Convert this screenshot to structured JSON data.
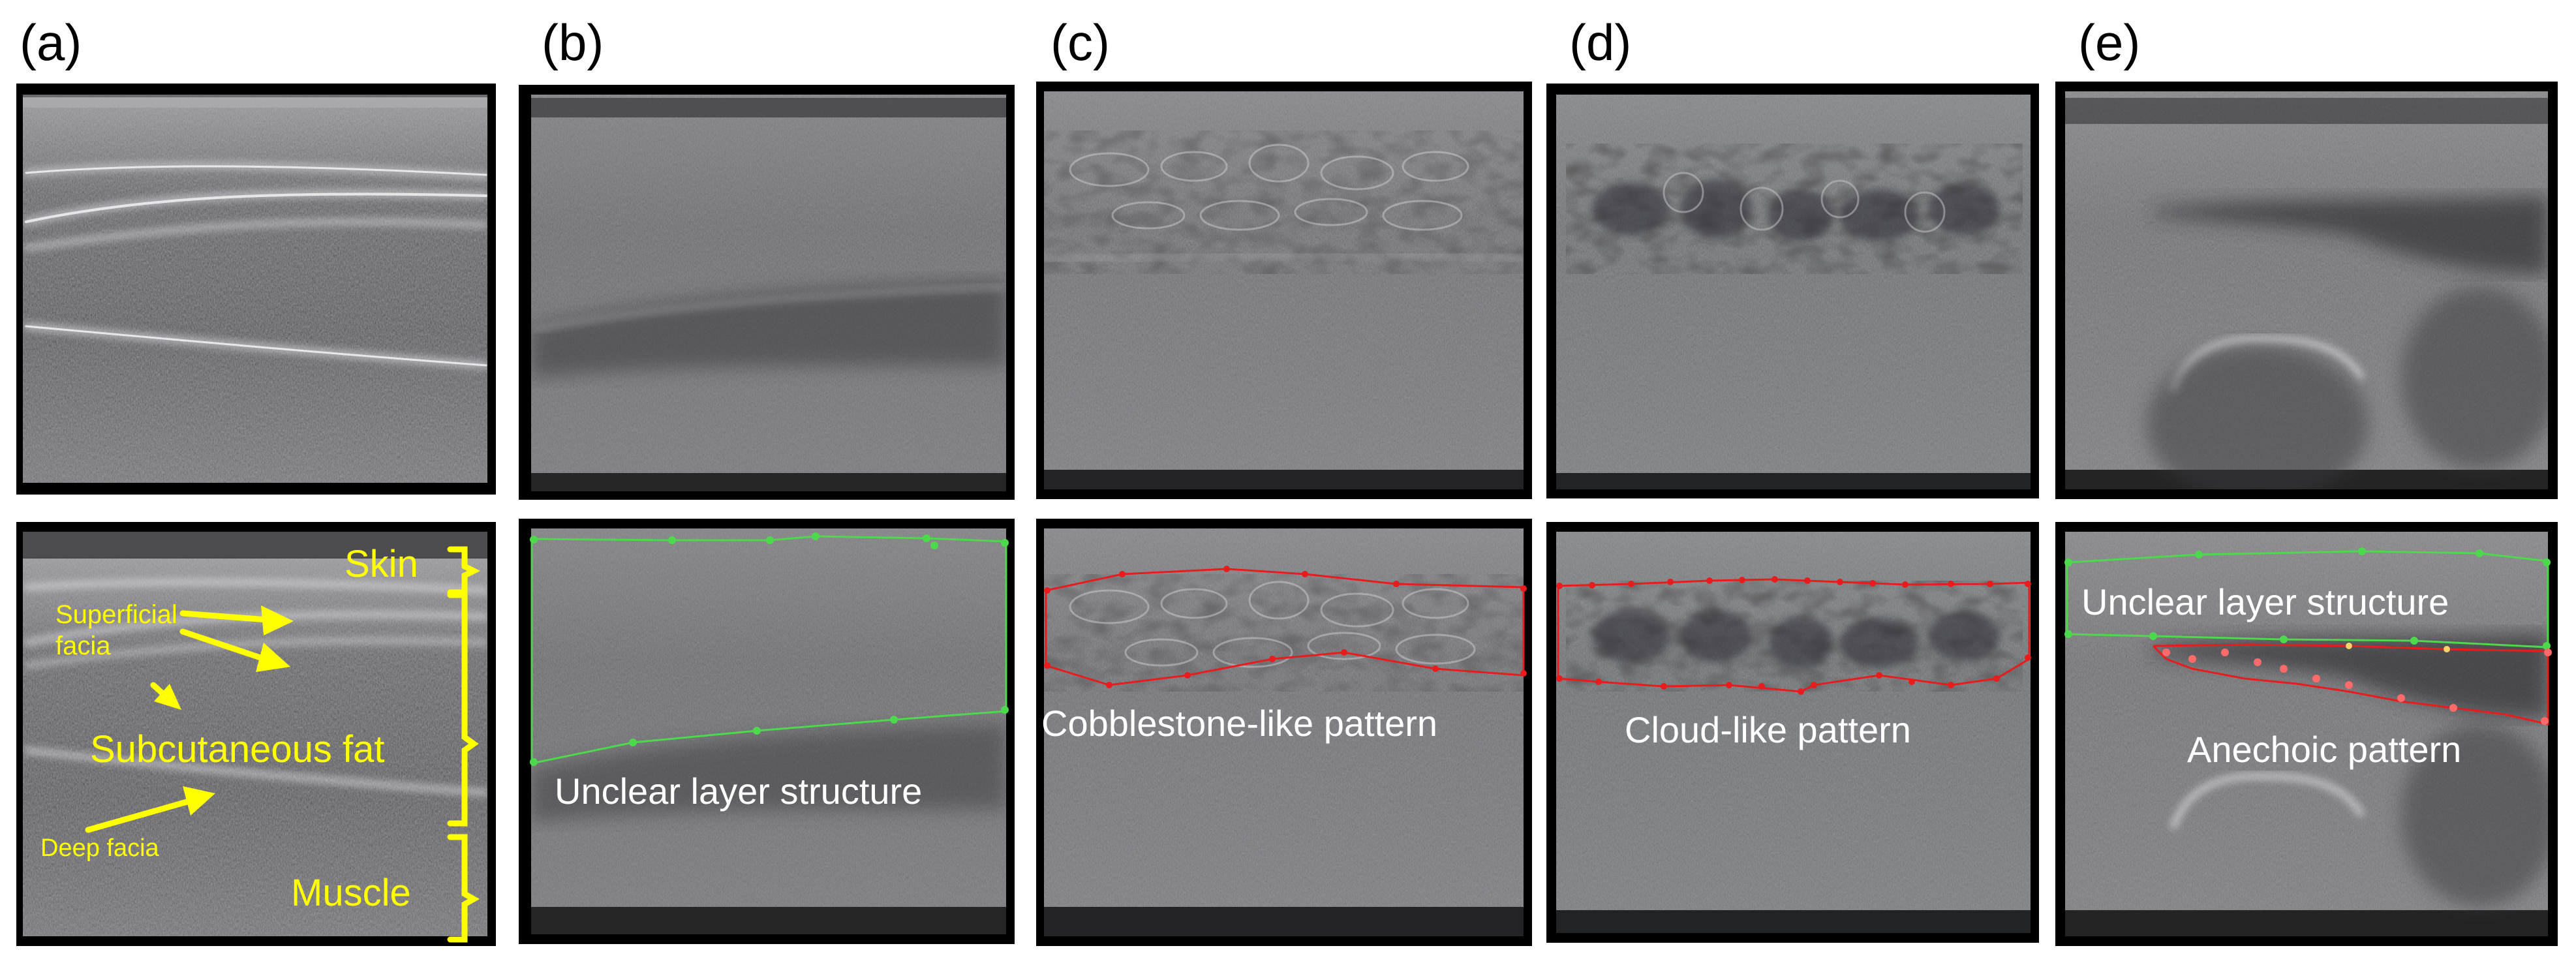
{
  "panels": {
    "a": {
      "letter": "(a)"
    },
    "b": {
      "letter": "(b)"
    },
    "c": {
      "letter": "(c)"
    },
    "d": {
      "letter": "(d)"
    },
    "e": {
      "letter": "(e)"
    }
  },
  "anatomy_labels": {
    "skin": "Skin",
    "superficial_line1": "Superficial",
    "superficial_line2": "facia",
    "subcutaneous_fat": "Subcutaneous fat",
    "deep_facia": "Deep facia",
    "muscle": "Muscle"
  },
  "pattern_labels": {
    "b": "Unclear layer structure",
    "c": "Cobblestone-like pattern",
    "d": "Cloud-like pattern",
    "e_top": "Unclear layer structure",
    "e_bottom": "Anechoic pattern"
  },
  "colors": {
    "annotation_green": "#4cd94c",
    "annotation_red": "#e81c1c",
    "label_yellow": "#ffff00",
    "label_white": "#ffffff",
    "frame_black": "#000000"
  }
}
